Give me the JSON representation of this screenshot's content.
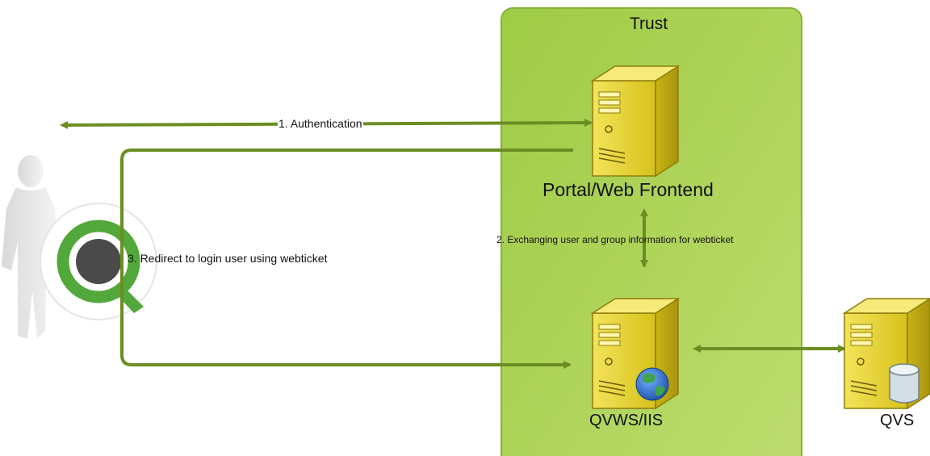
{
  "trust_zone": {
    "title": "Trust"
  },
  "nodes": {
    "portal": {
      "label": "Portal/Web Frontend"
    },
    "qvws": {
      "label": "QVWS/IIS"
    },
    "qvs": {
      "label": "QVS"
    }
  },
  "edges": {
    "authentication": "1. Authentication",
    "exchange": "2. Exchanging user and group information for webticket",
    "redirect": "3. Redirect to login user using webticket"
  },
  "colors": {
    "arrow": "#6b8e23",
    "trust_fill": "#a6d04e",
    "server_body": "#d9c820"
  },
  "icons": {
    "user": "user-silhouette-icon",
    "logo": "qlik-logo-icon",
    "server": "server-icon",
    "globe": "globe-icon",
    "database": "database-icon"
  }
}
